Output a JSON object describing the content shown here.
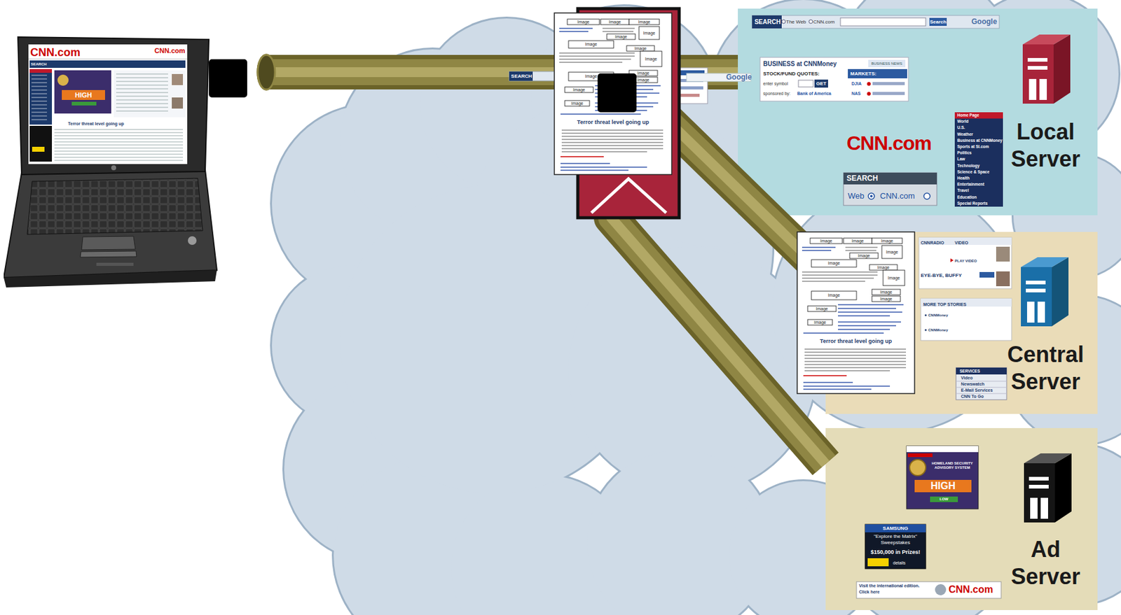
{
  "diagram": {
    "nodes": [
      {
        "text": [
          "CNN.com"
        ]
      },
      {
        "text": [
          "Local Server"
        ]
      },
      {
        "text": [
          "Central Server"
        ]
      },
      {
        "text": [
          "Ad Server"
        ]
      }
    ],
    "edges": [
      {
        "from": 0,
        "to": 1,
        "arrow": "none"
      },
      {
        "from": 0,
        "to": 2,
        "arrow": "none"
      },
      {
        "from": 0,
        "to": 3,
        "arrow": "none"
      }
    ],
    "labels": [
      "CNN.com",
      "SEARCH",
      "HIGH",
      "Terror threat level going up",
      "SEARCH",
      "Google",
      "Image",
      "Image",
      "Image",
      "Image",
      "Image",
      "Image",
      "Image",
      "Image",
      "Image",
      "Image",
      "Image",
      "Image",
      "Image",
      "Terror threat level going up",
      "Image",
      "Image",
      "Image",
      "Image",
      "Image",
      "Image",
      "Image",
      "Image",
      "Image",
      "Image",
      "Image",
      "Image",
      "Image",
      "Terror threat level going up",
      "SEARCH",
      "The Web",
      "CNN.com",
      "Search",
      "Google",
      "BUSINESS at CNNMoney",
      "BUSINESS NEWS",
      "STOCK/FUND QUOTES:",
      "MARKETS:",
      "enter symbol",
      "GET",
      "DJIA",
      "NAS",
      "sponsored by:",
      "Bank of America",
      "CNN.com",
      "SEARCH",
      "Web",
      "CNN.com",
      "Home Page",
      "World",
      "U.S.",
      "Weather",
      "Business at CNNMoney",
      "Sports at SI.com",
      "Politics",
      "Law",
      "Technology",
      "Science & Space",
      "Health",
      "Entertainment",
      "Travel",
      "Education",
      "Special Reports",
      "CNNRADIO",
      "VIDEO",
      "PLAY VIDEO",
      "EYE-BYE, BUFFY",
      "MORE TOP STORIES",
      "CNNMoney",
      "CNNMoney",
      "SERVICES",
      "Video",
      "Newswatch",
      "E-Mail Services",
      "CNN To Go",
      "HOMELAND SECURITY ADVISORY SYSTEM",
      "HIGH",
      "LOW",
      "SAMSUNG",
      "\"Explore the Matrix\" Sweepstakes",
      "$150,000 in Prizes!",
      "details",
      "Visit the international edition. Click here",
      "CNN.com"
    ]
  }
}
